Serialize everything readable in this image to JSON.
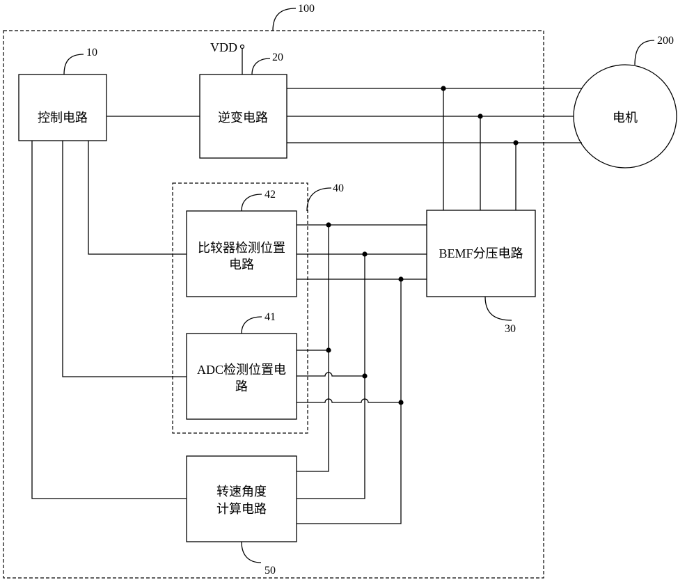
{
  "refs": {
    "system": "100",
    "motor": "200",
    "control": "10",
    "inverter": "20",
    "bemf": "30",
    "detect_group": "40",
    "comparator": "42",
    "adc": "41",
    "speed": "50"
  },
  "labels": {
    "vdd": "VDD",
    "control": "控制电路",
    "inverter": "逆变电路",
    "motor": "电机",
    "bemf": "BEMF分压电路",
    "comparator_line1": "比较器检测位置",
    "comparator_line2": "电路",
    "adc_line1": "ADC检测位置电",
    "adc_line2": "路",
    "speed_line1": "转速角度",
    "speed_line2": "计算电路"
  }
}
